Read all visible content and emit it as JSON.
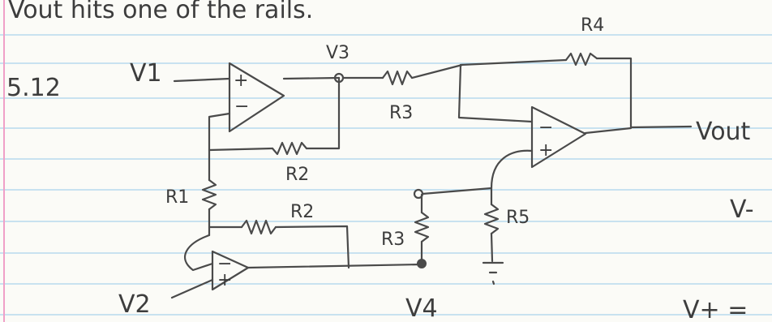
{
  "header_text": "Vout hits one of the rails.",
  "problem_number": "5.12",
  "labels": {
    "v1": "V1",
    "v2": "V2",
    "v3": "V3",
    "v4": "V4",
    "vout": "Vout",
    "r1": "R1",
    "r2_top": "R2",
    "r2_bottom": "R2",
    "r3_top": "R3",
    "r3_right": "R3",
    "r4": "R4",
    "r5": "R5",
    "edge_right_mid": "V-",
    "edge_right_bottom": "V+ ="
  },
  "opamp_signs": {
    "top_plus": "+",
    "top_minus": "−",
    "right_minus": "−",
    "right_plus": "+",
    "bottom_minus": "−",
    "bottom_plus": "+"
  },
  "colors": {
    "paper": "#fbfbf7",
    "ruled_line": "#a9d4ec",
    "margin_line": "#f0a0c8",
    "pencil": "#4a4a4a"
  }
}
